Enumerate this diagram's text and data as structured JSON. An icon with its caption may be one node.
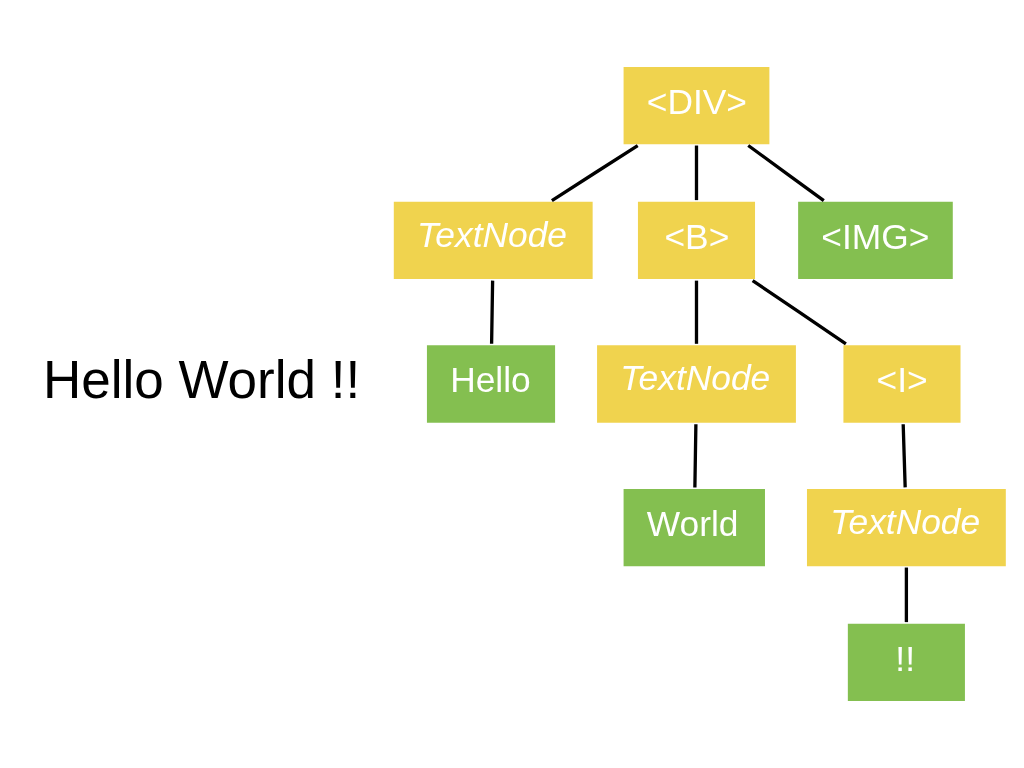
{
  "diagram": {
    "nodes": [
      {
        "text": [
          "<DIV>"
        ]
      },
      {
        "text": [
          "TextNode"
        ]
      },
      {
        "text": [
          "<B>"
        ]
      },
      {
        "text": [
          "<IMG>"
        ]
      },
      {
        "text": [
          "Hello"
        ]
      },
      {
        "text": [
          "TextNode"
        ]
      },
      {
        "text": [
          "<I>"
        ]
      },
      {
        "text": [
          "World"
        ]
      },
      {
        "text": [
          "TextNode"
        ]
      },
      {
        "text": [
          "!!"
        ]
      }
    ],
    "edges": [
      {
        "from": 0,
        "to": 1,
        "arrow": "none"
      },
      {
        "from": 0,
        "to": 2,
        "arrow": "none"
      },
      {
        "from": 0,
        "to": 3,
        "arrow": "none"
      },
      {
        "from": 1,
        "to": 4,
        "arrow": "none"
      },
      {
        "from": 2,
        "to": 5,
        "arrow": "none"
      },
      {
        "from": 2,
        "to": 6,
        "arrow": "none"
      },
      {
        "from": 5,
        "to": 7,
        "arrow": "none"
      },
      {
        "from": 6,
        "to": 8,
        "arrow": "none"
      },
      {
        "from": 8,
        "to": 9,
        "arrow": "none"
      }
    ],
    "labels": [
      "Hello World !!"
    ]
  }
}
